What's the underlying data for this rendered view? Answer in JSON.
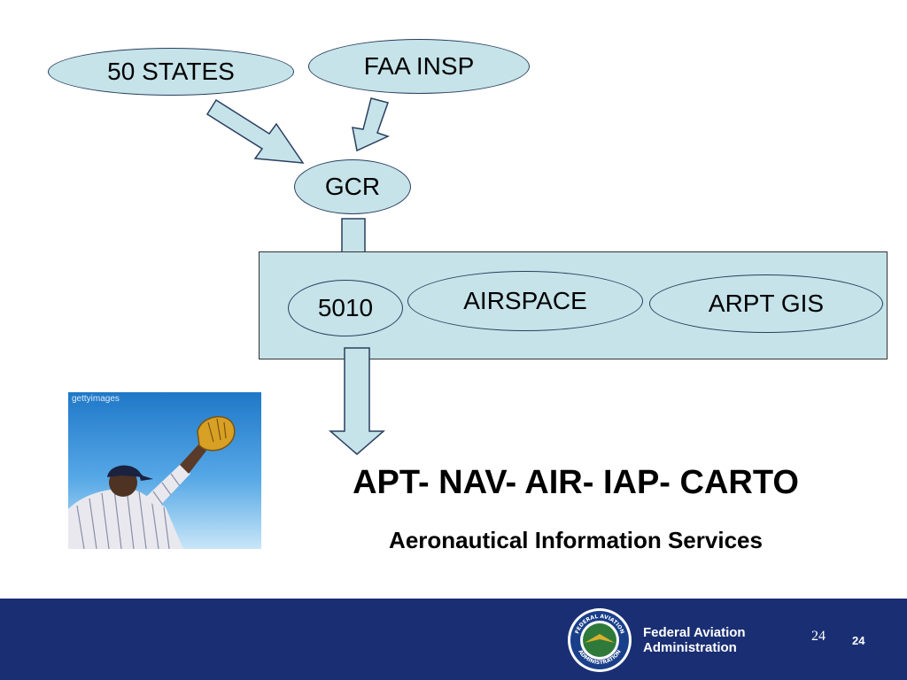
{
  "diagram": {
    "nodes": {
      "states": "50 STATES",
      "faa_insp": "FAA INSP",
      "gcr": "GCR",
      "n5010": "5010",
      "airspace": "AIRSPACE",
      "arpt_gis": "ARPT GIS"
    },
    "edges": [
      {
        "from": "50 STATES",
        "to": "GCR"
      },
      {
        "from": "FAA INSP",
        "to": "GCR"
      },
      {
        "from": "GCR",
        "to": "5010"
      },
      {
        "from": "5010",
        "to": "APT- NAV- AIR- IAP- CARTO"
      }
    ],
    "colors": {
      "node_fill": "#c5e3e9",
      "node_stroke": "#2a3f5f",
      "footer": "#1a2f73"
    }
  },
  "headline": "APT- NAV- AIR- IAP- CARTO",
  "subheadline": "Aeronautical Information Services",
  "photo": {
    "watermark": "gettyimages"
  },
  "footer": {
    "agency_line1": "Federal Aviation",
    "agency_line2": "Administration",
    "seal_top": "FEDERAL AVIATION",
    "seal_bottom": "ADMINISTRATION",
    "page_number_serif": "24",
    "page_number_bold": "24"
  }
}
